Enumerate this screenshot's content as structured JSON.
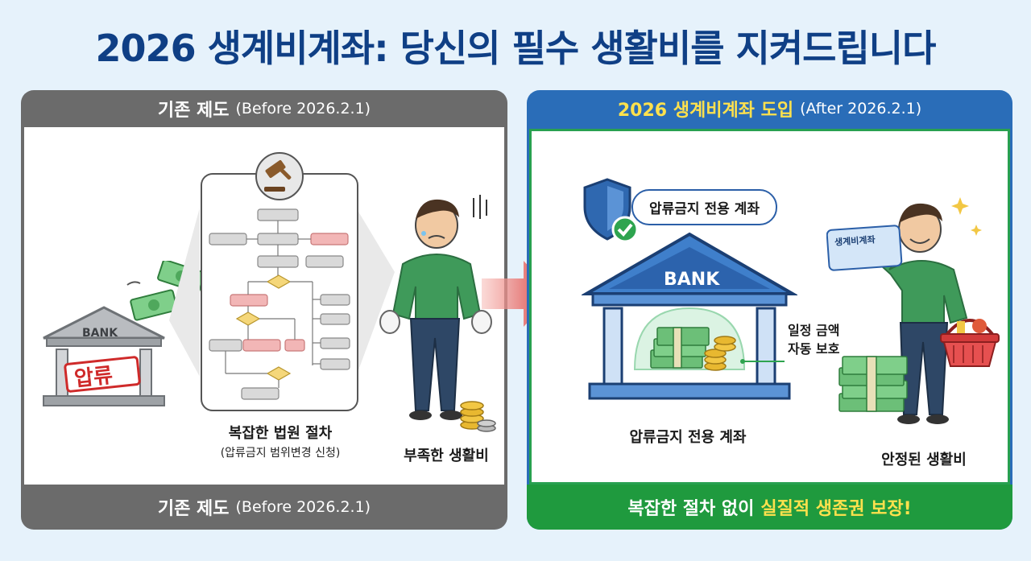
{
  "title": "2026 생계비계좌: 당신의 필수 생활비를 지켜드립니다",
  "before": {
    "header_main": "기존 제도",
    "header_sub": "(Before 2026.2.1)",
    "bank_label": "BANK",
    "stamp": "압류",
    "process_title": "복잡한 법원 절차",
    "process_sub": "(압류금지 범위변경 신청)",
    "person_caption": "부족한 생활비",
    "footer_main": "기존 제도",
    "footer_sub": "(Before 2026.2.1)"
  },
  "after": {
    "header_main": "2026 생계비계좌 도입",
    "header_sub": "(After 2026.2.1)",
    "shield_label": "압류금지 전용 계좌",
    "bank_label": "BANK",
    "bank_caption": "압류금지 전용 계좌",
    "protect_note_line1": "일정 금액",
    "protect_note_line2": "자동 보호",
    "card_label": "생계비계좌",
    "person_caption": "안정된 생활비",
    "footer_prefix": "복잡한 절차 없이",
    "footer_highlight": "실질적 생존권 보장!"
  },
  "colors": {
    "title": "#0f3f85",
    "before_header": "#6b6b6b",
    "after_header": "#2a6db8",
    "after_footer": "#1f9a3e",
    "highlight": "#ffe14d",
    "arrow": "#e0302a"
  },
  "icons": [
    "gavel-icon",
    "money-icon",
    "shield-check-icon",
    "coin-stack-icon",
    "basket-icon",
    "sparkle-icon",
    "arrow-right-icon"
  ]
}
